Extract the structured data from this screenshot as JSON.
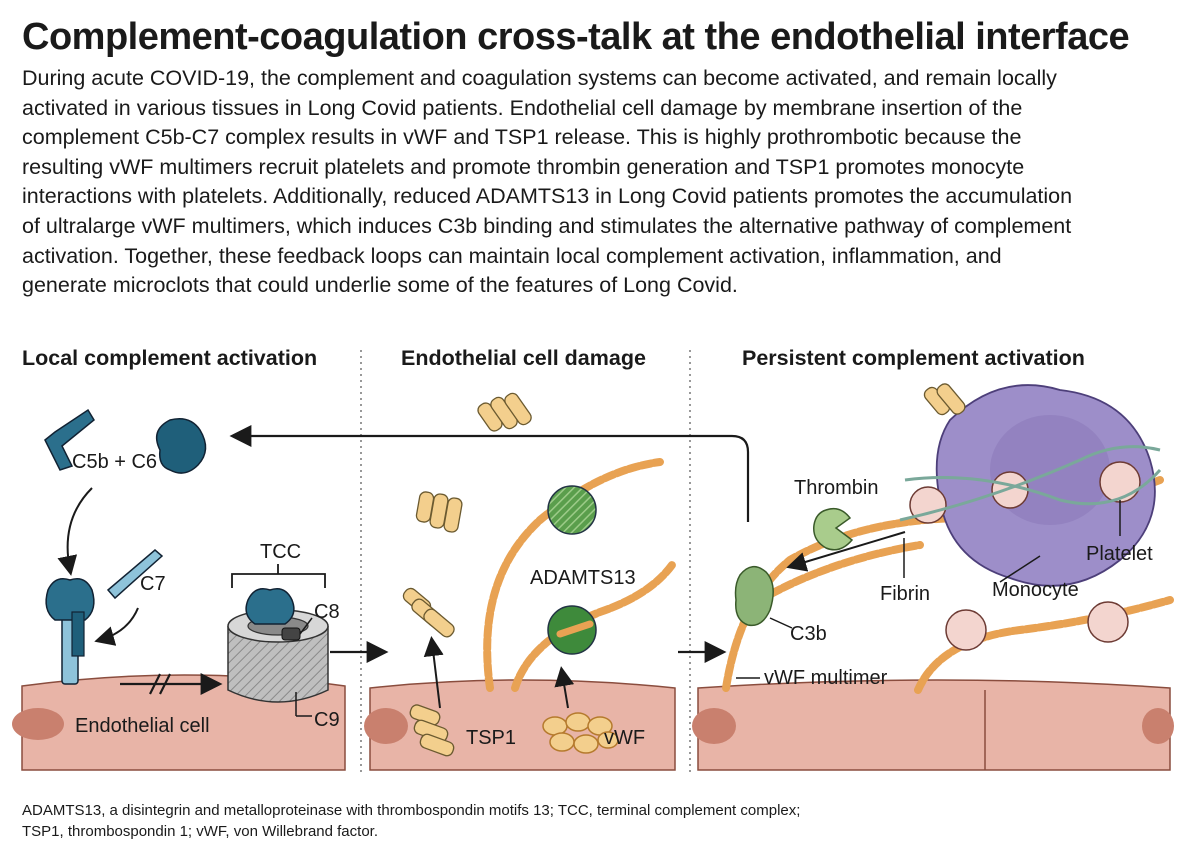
{
  "title": "Complement-coagulation cross-talk at the endothelial interface",
  "description_lines": [
    "During acute COVID-19, the complement and coagulation systems can become activated, and remain locally",
    "activated in various tissues in Long Covid patients. Endothelial cell damage by membrane insertion of the",
    "complement C5b-C7 complex results in vWF and TSP1 release. This is highly prothrombotic because the",
    "resulting vWF multimers recruit platelets and promote thrombin generation and TSP1 promotes monocyte",
    "interactions with platelets. Additionally, reduced  ADAMTS13 in Long Covid patients promotes the accumulation",
    "of ultralarge vWF multimers, which induces C3b binding and stimulates the alternative pathway of complement",
    "activation. Together, these feedback loops can maintain local complement activation, inflammation, and",
    "generate microclots that could underlie some of the features of Long Covid."
  ],
  "panels": [
    {
      "heading": "Local complement activation"
    },
    {
      "heading": "Endothelial cell damage"
    },
    {
      "heading": "Persistent complement activation"
    }
  ],
  "labels": {
    "c5b_c6": "C5b + C6",
    "c7": "C7",
    "tcc": "TCC",
    "c8": "C8",
    "c9": "C9",
    "endothelial_cell": "Endothelial cell",
    "adamts13": "ADAMTS13",
    "tsp1": "TSP1",
    "vwf": "vWF",
    "thrombin": "Thrombin",
    "fibrin": "Fibrin",
    "monocyte": "Monocyte",
    "platelet": "Platelet",
    "c3b": "C3b",
    "vwf_multimer": "vWF multimer"
  },
  "caption_lines": [
    "ADAMTS13, a disintegrin and metalloproteinase with thrombospondin motifs 13; TCC, terminal complement complex;",
    "TSP1, thrombospondin 1; vWF, von Willebrand factor."
  ],
  "colors": {
    "complement_blue": "#2b6f8c",
    "light_blue": "#8ec3da",
    "endothelium": "#e8b4a7",
    "endothelium_dark": "#c9806e",
    "vwf_orange": "#e8a253",
    "tsp1_tan": "#f3cf8d",
    "green": "#5a9e4c",
    "light_green": "#a9cc8c",
    "monocyte_purple": "#9d8ec9",
    "platelet_pink": "#f3d5cf"
  }
}
